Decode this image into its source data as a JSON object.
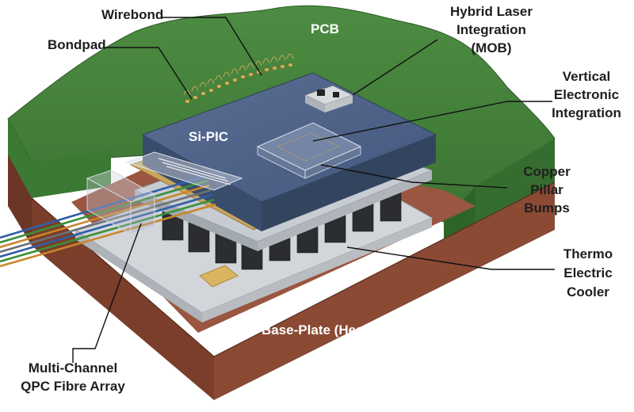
{
  "labels": {
    "wirebond": "Wirebond",
    "bondpad": "Bondpad",
    "pcb": "PCB",
    "hybrid_laser": [
      "Hybrid Laser",
      "Integration",
      "(MOB)"
    ],
    "vertical_electronic": [
      "Vertical",
      "Electronic",
      "Integration"
    ],
    "si_pic": "Si-PIC",
    "copper_pillar": [
      "Copper",
      "Pillar",
      "Bumps"
    ],
    "thermo_electric": [
      "Thermo",
      "Electric",
      "Cooler"
    ],
    "base_plate": "Base-Plate (Heat-sink)",
    "fibre_array": [
      "Multi-Channel",
      "QPC Fibre Array"
    ]
  },
  "colors": {
    "pcb_green": "#3f7a36",
    "pcb_green_dark": "#2c5a27",
    "base_brown": "#8a4a34",
    "base_brown_dark": "#6b3625",
    "pic_blue": "#3e5478",
    "pic_blue_top": "#56698f",
    "tec_grey": "#c3c7cc",
    "gold": "#c9a55a"
  }
}
